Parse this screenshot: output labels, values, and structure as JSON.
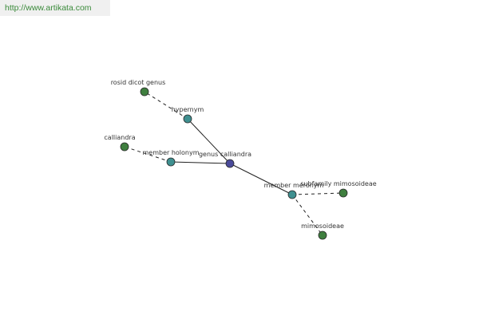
{
  "site": {
    "url_text": "http://www.artikata.com"
  },
  "colors": {
    "center_node": "#4a4a9a",
    "relation_node": "#3f9090",
    "term_node": "#3f7f3f",
    "url_text": "#3a8a3a"
  },
  "graph": {
    "nodes": [
      {
        "id": "center",
        "label": "genus calliandra",
        "kind": "center"
      },
      {
        "id": "hypernym",
        "label": "hypernym",
        "kind": "relation"
      },
      {
        "id": "member-holonym",
        "label": "member holonym",
        "kind": "relation"
      },
      {
        "id": "member-meronym",
        "label": "member meronym",
        "kind": "relation"
      },
      {
        "id": "rosid-dicot-genus",
        "label": "rosid dicot genus",
        "kind": "term"
      },
      {
        "id": "calliandra",
        "label": "calliandra",
        "kind": "term"
      },
      {
        "id": "subfamily-mimosoideae",
        "label": "subfamily mimosoideae",
        "kind": "term"
      },
      {
        "id": "mimosoideae",
        "label": "mimosoideae",
        "kind": "term"
      }
    ],
    "edges": [
      {
        "from": "center",
        "to": "hypernym",
        "style": "solid"
      },
      {
        "from": "center",
        "to": "member-holonym",
        "style": "solid"
      },
      {
        "from": "center",
        "to": "member-meronym",
        "style": "solid"
      },
      {
        "from": "hypernym",
        "to": "rosid-dicot-genus",
        "style": "dashed"
      },
      {
        "from": "member-holonym",
        "to": "calliandra",
        "style": "dashed"
      },
      {
        "from": "member-meronym",
        "to": "subfamily-mimosoideae",
        "style": "dashed"
      },
      {
        "from": "member-meronym",
        "to": "mimosoideae",
        "style": "dashed"
      }
    ]
  }
}
